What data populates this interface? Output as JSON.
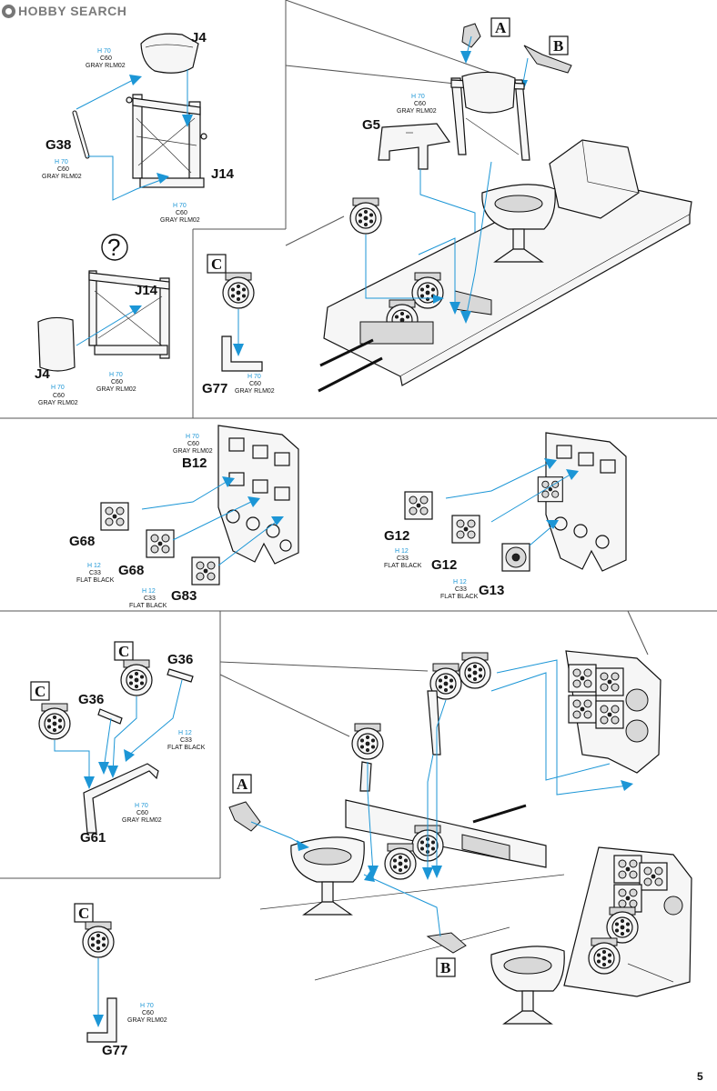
{
  "watermark": "HOBBY SEARCH",
  "page_number": "5",
  "colors": {
    "guide_blue": "#1c96d6",
    "ink": "#111111"
  },
  "parts": {
    "J4a": "J4",
    "G38": "G38",
    "J14a": "J14",
    "J14b": "J14",
    "J4b": "J4",
    "G5": "G5",
    "G77a": "G77",
    "B12": "B12",
    "G68a": "G68",
    "G68b": "G68",
    "G83": "G83",
    "G12a": "G12",
    "G12b": "G12",
    "G13": "G13",
    "G36a": "G36",
    "G36b": "G36",
    "G61": "G61",
    "G77b": "G77"
  },
  "subassemblies": {
    "A": "A",
    "B": "B",
    "C": "C"
  },
  "question_mark": "?",
  "paint": {
    "gray": {
      "h": "H 70",
      "c": "C60",
      "name": "GRAY RLM02"
    },
    "black": {
      "h": "H 12",
      "c": "C33",
      "name": "FLAT BLACK"
    }
  }
}
